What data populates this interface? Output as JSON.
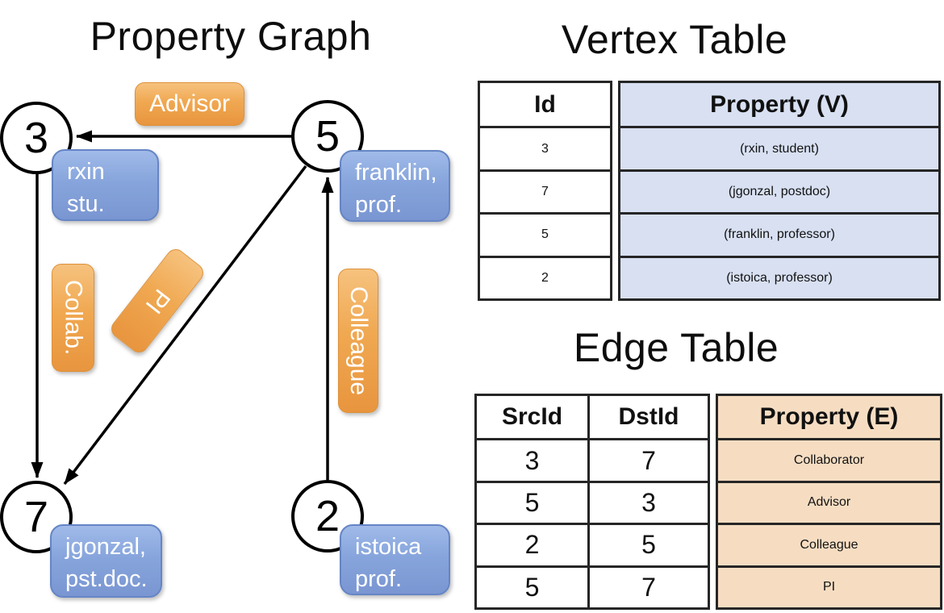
{
  "graph": {
    "title": "Property Graph",
    "nodes": [
      {
        "id": "3",
        "line1": "rxin",
        "line2": "stu."
      },
      {
        "id": "5",
        "line1": "franklin,",
        "line2": "prof."
      },
      {
        "id": "7",
        "line1": "jgonzal,",
        "line2": "pst.doc."
      },
      {
        "id": "2",
        "line1": "istoica",
        "line2": "prof."
      }
    ],
    "edge_labels": {
      "advisor": "Advisor",
      "collab": "Collab.",
      "pi": "PI",
      "colleague": "Colleague"
    }
  },
  "vertex_table": {
    "title": "Vertex Table",
    "headers": {
      "id": "Id",
      "property": "Property (V)"
    },
    "rows": [
      {
        "id": "3",
        "property": "(rxin, student)"
      },
      {
        "id": "7",
        "property": "(jgonzal, postdoc)"
      },
      {
        "id": "5",
        "property": "(franklin, professor)"
      },
      {
        "id": "2",
        "property": "(istoica, professor)"
      }
    ]
  },
  "edge_table": {
    "title": "Edge Table",
    "headers": {
      "src": "SrcId",
      "dst": "DstId",
      "property": "Property (E)"
    },
    "rows": [
      {
        "src": "3",
        "dst": "7",
        "property": "Collaborator"
      },
      {
        "src": "5",
        "dst": "3",
        "property": "Advisor"
      },
      {
        "src": "2",
        "dst": "5",
        "property": "Colleague"
      },
      {
        "src": "5",
        "dst": "7",
        "property": "PI"
      }
    ]
  },
  "colors": {
    "edge_label_orange_top": "#f6c27e",
    "edge_label_orange_bottom": "#e8953e",
    "vertex_box_blue_top": "#a0bae9",
    "vertex_box_blue_bottom": "#7a96d2",
    "vertex_table_cell_blue": "#d8e0f2",
    "edge_table_cell_peach": "#f6ddc2",
    "table_border": "#262626",
    "edge_line_black": "#000000"
  }
}
